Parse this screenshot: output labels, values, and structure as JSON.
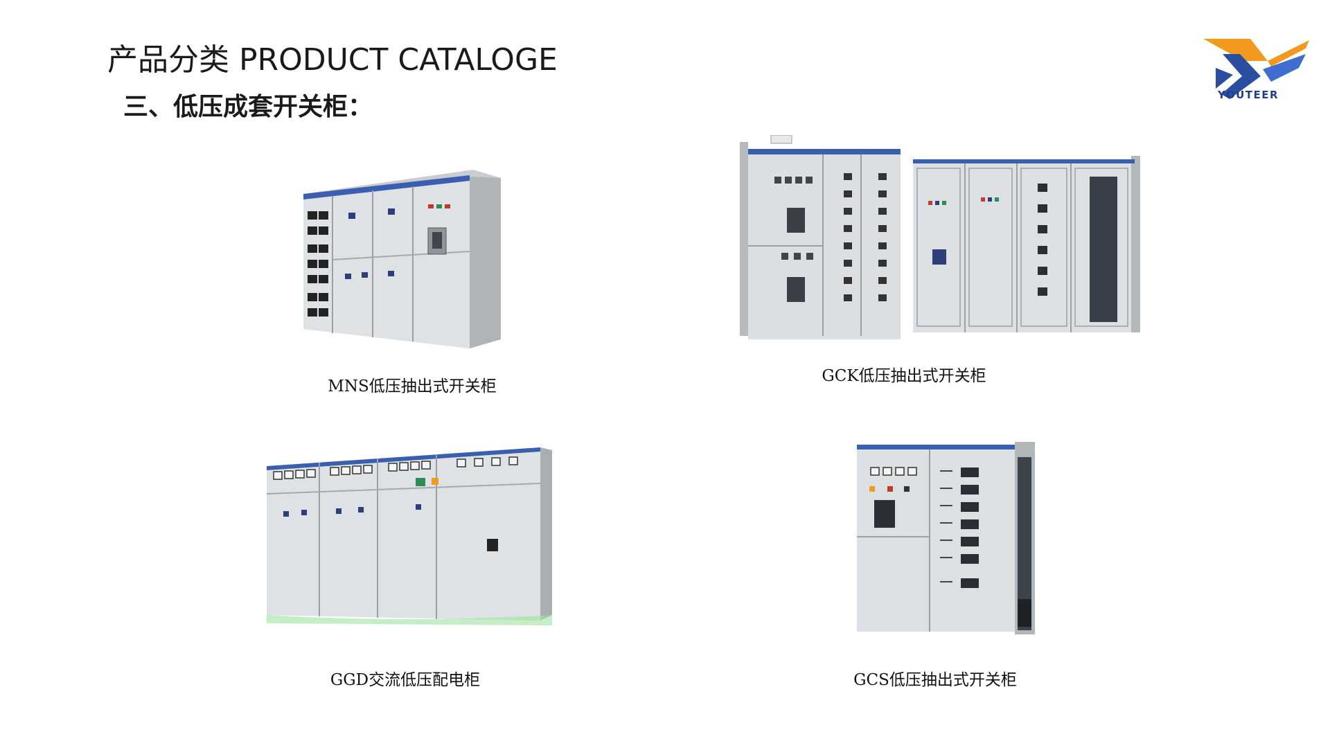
{
  "page": {
    "title": "产品分类 PRODUCT CATALOGE",
    "section_heading": "三、低压成套开关柜：",
    "logo_text": "YOUTEER"
  },
  "products": [
    {
      "caption": "MNS低压抽出式开关柜"
    },
    {
      "caption": "GCK低压抽出式开关柜"
    },
    {
      "caption": "GGD交流低压配电柜"
    },
    {
      "caption": "GCS低压抽出式开关柜"
    }
  ],
  "colors": {
    "cabinet_body": "#d9dde0",
    "cabinet_shade": "#b7bcc1",
    "cabinet_top_strip": "#3b5fb0",
    "logo_orange": "#f39a1e",
    "logo_blue": "#2a4fa0"
  }
}
